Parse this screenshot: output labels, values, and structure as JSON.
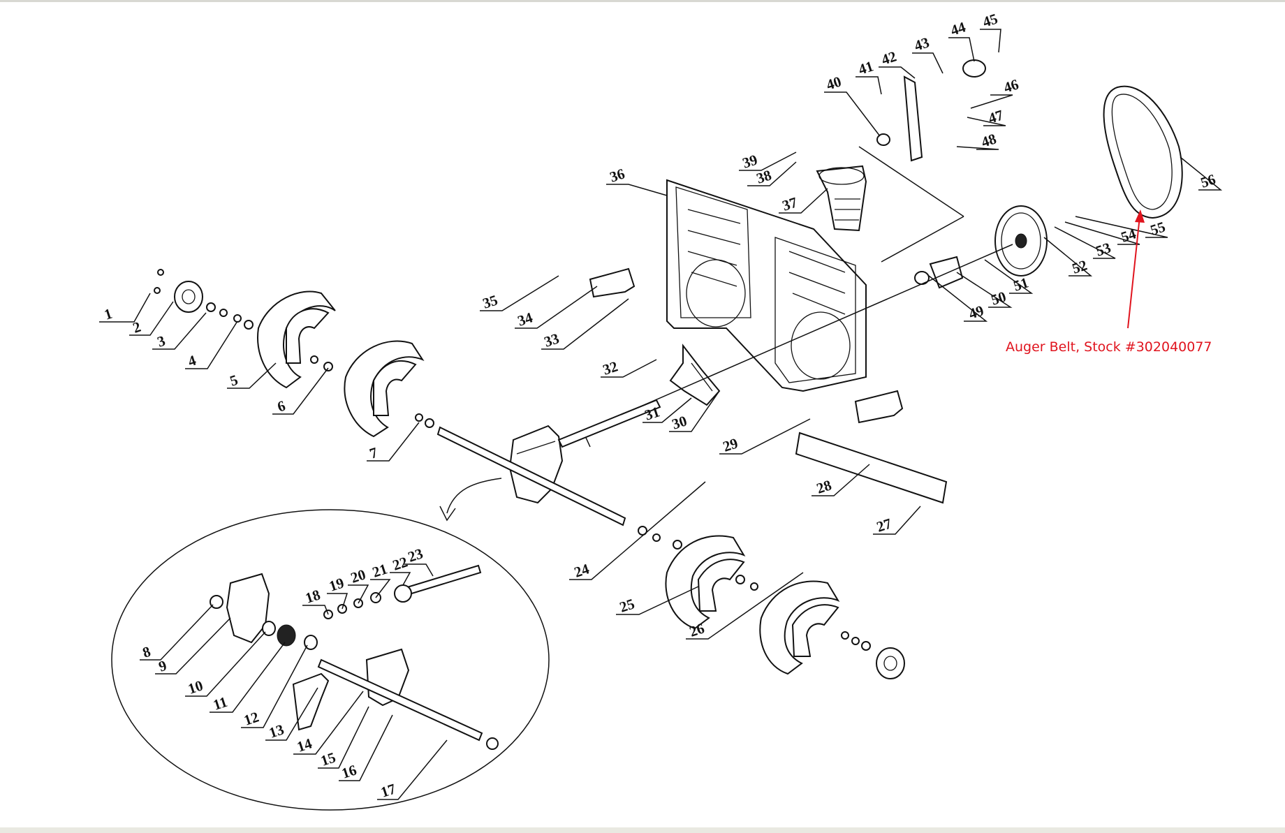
{
  "diagram": {
    "part_numbers": [
      "1",
      "2",
      "3",
      "4",
      "5",
      "6",
      "7",
      "8",
      "9",
      "10",
      "11",
      "12",
      "13",
      "14",
      "15",
      "16",
      "17",
      "18",
      "19",
      "20",
      "21",
      "22",
      "23",
      "24",
      "25",
      "26",
      "27",
      "28",
      "29",
      "30",
      "31",
      "32",
      "33",
      "34",
      "35",
      "36",
      "37",
      "38",
      "39",
      "40",
      "41",
      "42",
      "43",
      "44",
      "45",
      "46",
      "47",
      "48",
      "49",
      "50",
      "51",
      "52",
      "53",
      "54",
      "55",
      "56"
    ],
    "annotation": {
      "text": "Auger Belt, Stock #302040077",
      "color": "#e0141e",
      "points_to": "56"
    }
  }
}
